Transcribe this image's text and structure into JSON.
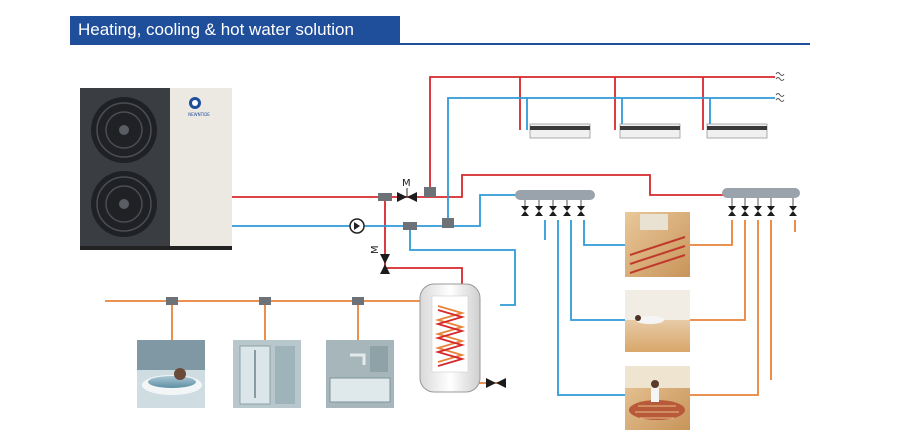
{
  "header": {
    "title": "Heating, cooling & hot water solution"
  },
  "heat_pump": {
    "brand_label": "NEWNTIDE"
  },
  "valves": {
    "motor_label_1": "M",
    "motor_label_2": "M"
  },
  "colors": {
    "hot_line": "#d6282b",
    "cold_line": "#2f9ad8",
    "dhw_line": "#e8833a",
    "title_bg": "#1f4e9b",
    "manifold": "#9aa3ab"
  }
}
